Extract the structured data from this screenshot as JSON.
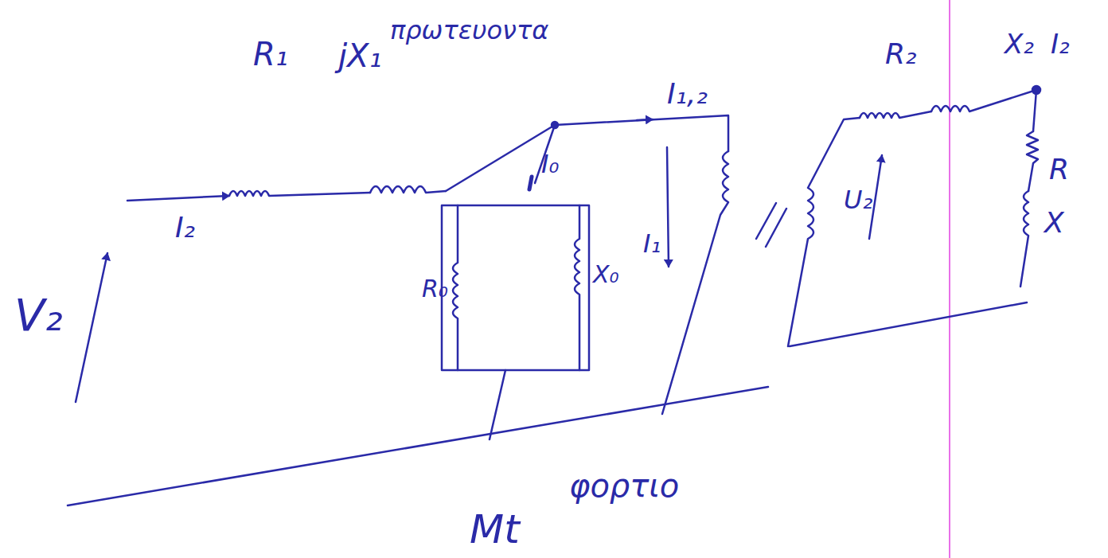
{
  "diagram": {
    "labels": [
      "πρωτευοντα",
      "R₁",
      "jX₁",
      "I₁,₂",
      "I₂",
      "I₀",
      "I₁",
      "V₂",
      "R₀",
      "X₀",
      "R₂",
      "X₂",
      "I₂",
      "R",
      "X",
      "U₂",
      "Mt",
      "φορτιο"
    ]
  }
}
